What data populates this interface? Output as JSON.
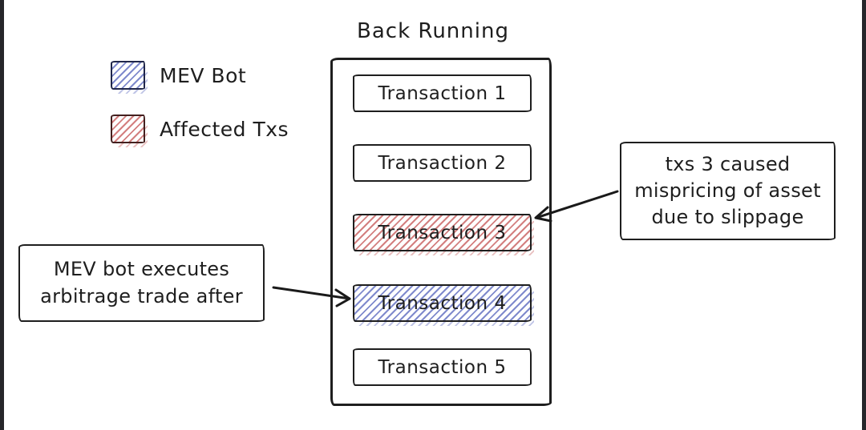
{
  "title": "Back Running",
  "legend": {
    "items": [
      {
        "id": "mev-bot",
        "label": "MEV Bot",
        "swatch_color": "#5f6cc0"
      },
      {
        "id": "affected-txs",
        "label": "Affected Txs",
        "swatch_color": "#c45454"
      }
    ]
  },
  "block": {
    "transactions": [
      {
        "label": "Transaction 1",
        "highlight": "none"
      },
      {
        "label": "Transaction 2",
        "highlight": "none"
      },
      {
        "label": "Transaction 3",
        "highlight": "affected-txs"
      },
      {
        "label": "Transaction 4",
        "highlight": "mev-bot"
      },
      {
        "label": "Transaction 5",
        "highlight": "none"
      }
    ]
  },
  "notes": {
    "left": {
      "lines": [
        "MEV bot executes",
        "arbitrage trade after"
      ],
      "points_to": "Transaction 4"
    },
    "right": {
      "lines": [
        "txs 3 caused",
        "mispricing of asset",
        "due to slippage"
      ],
      "points_to": "Transaction 3"
    }
  },
  "colors": {
    "ink": "#1e1e1e",
    "mev_hatch": "#5f6cc0",
    "affected_hatch": "#c45454",
    "background": "#ffffff"
  }
}
